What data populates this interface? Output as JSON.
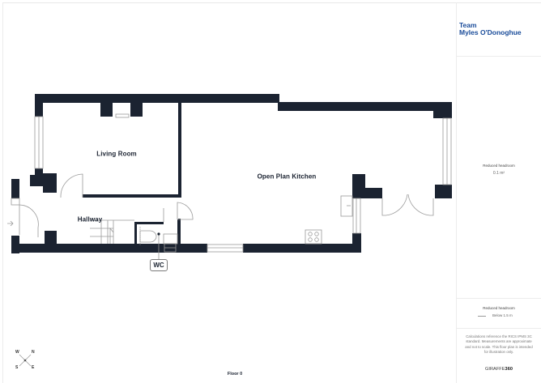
{
  "brand": {
    "line1": "Team",
    "line2": "Myles O'Donoghue",
    "color": "#1a4c9a"
  },
  "rooms": [
    {
      "name": "Living Room"
    },
    {
      "name": "Open Plan Kitchen"
    },
    {
      "name": "Hallway"
    },
    {
      "name": "WC"
    }
  ],
  "floor_label": "Floor 0",
  "compass": {
    "n": "N",
    "s": "S",
    "e": "E",
    "w": "W"
  },
  "sidebar": {
    "area_note": {
      "label": "Reduced headroom",
      "value": "0.1 m²"
    },
    "legend": {
      "title": "Reduced headroom",
      "item": "Below 1.5 m"
    },
    "disclaimer": "Calculations reference the RICS IPMS 3C standard. Measurements are approximate and not to scale. This floor plan is intended for illustration only.",
    "provider": {
      "prefix": "GIRAFFE",
      "suffix": "360"
    }
  },
  "colors": {
    "wall": "#1b2331",
    "fixture": "#9a9a9a",
    "divider": "#ececec"
  }
}
